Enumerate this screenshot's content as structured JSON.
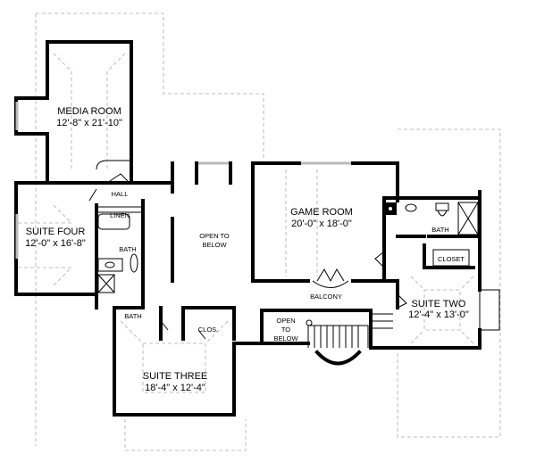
{
  "rooms": {
    "media_room": {
      "name": "MEDIA ROOM",
      "size": "12'-8\" x 21'-10\""
    },
    "suite_four": {
      "name": "SUITE FOUR",
      "size": "12'-0\" x 16'-8\""
    },
    "game_room": {
      "name": "GAME ROOM",
      "size": "20'-0\" x 18'-0\""
    },
    "suite_two": {
      "name": "SUITE TWO",
      "size": "12'-4\" x 13'-0\""
    },
    "suite_three": {
      "name": "SUITE THREE",
      "size": "18'-4\" x 12'-4\""
    }
  },
  "labels": {
    "hall": "HALL",
    "linen": "LINEN",
    "bath_suite_four": "BATH",
    "bath_suite_three": "BATH",
    "bath_suite_two": "BATH",
    "closet": "CLOSET",
    "clos": "CLOS.",
    "balcony": "BALCONY",
    "open_upper": [
      "OPEN TO",
      "BELOW"
    ],
    "open_lower": [
      "OPEN",
      "TO",
      "BELOW"
    ]
  }
}
